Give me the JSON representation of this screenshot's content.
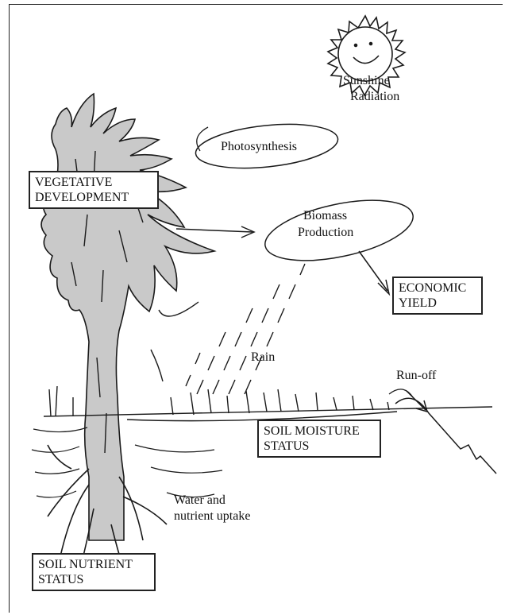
{
  "labels": {
    "sunshine": "Sunshine",
    "radiation": "Radiation",
    "photosynthesis": "Photosynthesis",
    "vegetative_line1": "VEGETATIVE",
    "vegetative_line2": "DEVELOPMENT",
    "biomass_line1": "Biomass",
    "biomass_line2": "Production",
    "economic_line1": "ECONOMIC",
    "economic_line2": "YIELD",
    "rain": "Rain",
    "runoff": "Run-off",
    "soil_moisture_line1": "SOIL MOISTURE",
    "soil_moisture_line2": "STATUS",
    "water_line1": "Water and",
    "water_line2": "nutrient uptake",
    "soil_nutrient_line1": "SOIL NUTRIENT",
    "soil_nutrient_line2": "STATUS"
  },
  "colors": {
    "plant_fill": "#c9c9c9",
    "ink": "#1a1a1a"
  }
}
